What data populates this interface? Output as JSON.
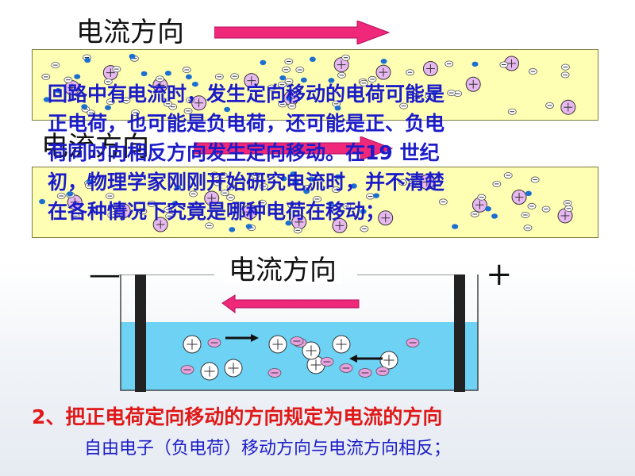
{
  "labels": {
    "current_direction_top": "电流方向",
    "current_direction_middle": "电流方向",
    "current_direction_cell": "电流方向"
  },
  "cell": {
    "negative_sign": "—",
    "positive_sign": "+"
  },
  "overlay_paragraph": [
    "回路中有电流时，发生定向移动的电荷可能是",
    "正电荷，也可能是负电荷，还可能是正、负电",
    "荷同时向相反方向发生定向移动。在19 世纪",
    "初，物理学家刚刚开始研究电流时，并不清楚",
    "在各种情况下究竟是哪种电荷在移动；"
  ],
  "rule": "2、把正电荷定向移动的方向规定为电流的方向",
  "note": "自由电子（负电荷）移动方向与电流方向相反；",
  "colors": {
    "strip_fill": "#ffffb4",
    "arrow": "#f0287a",
    "overlay_text": "#1c1cc8",
    "rule_text": "#e01818",
    "electrolyte": "#6ed2f5",
    "negative_particle": "#e8a0e0",
    "positive_particle": "#ffffff",
    "electron_dot": "#1a6fd1"
  }
}
